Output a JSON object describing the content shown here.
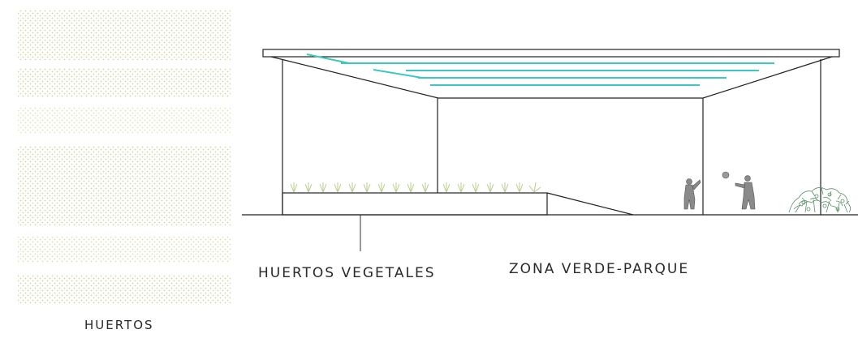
{
  "labels": {
    "huertos_vegetales": "HUERTOS VEGETALES",
    "zona_verde_parque": "ZONA VERDE-PARQUE",
    "huertos": "HUERTOS"
  },
  "colors": {
    "line": "#222222",
    "roof_accent": "#3cc7c2",
    "hatch": "#c9d89a",
    "plant": "#c8d8a8",
    "bush": "#6b9e78",
    "figure": "#777777"
  },
  "garden_beds_count": 6
}
